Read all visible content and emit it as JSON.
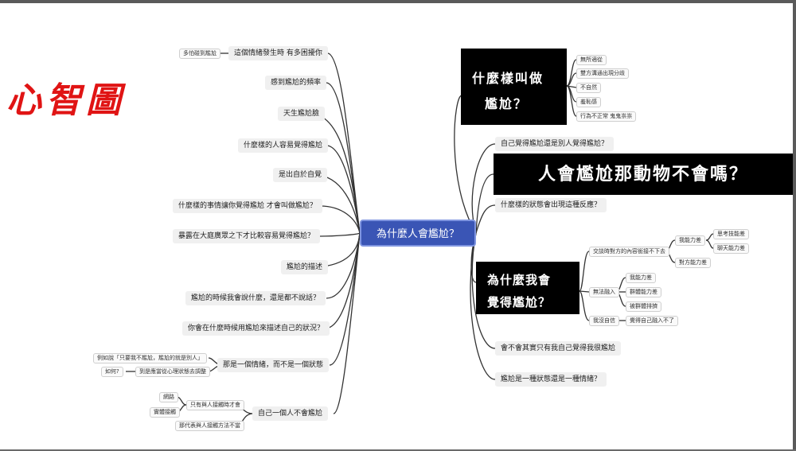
{
  "title": "心智圖",
  "center": "為什麼人會尷尬？",
  "left_nodes": [
    "這個情緒發生時 有多困擾你",
    "感到尷尬的頻率",
    "天生尷尬臉",
    "什麼樣的人容易覺得尷尬",
    "是出自於自覺",
    "什麼樣的事情讓你覺得尷尬 才會叫做尷尬？",
    "暴露在大庭廣眾之下才比較容易覺得尷尬？",
    "尷尬的描述",
    "尷尬的時候我會說什麼，還是都不說話？",
    "你會在什麼時候用尷尬來描述自己的狀況？",
    "那是一個情緒，而不是一個狀態",
    "自己一個人不會尷尬"
  ],
  "left_leaves": {
    "n1": "多怕碰到尷尬",
    "n11a": "例如說「只要我不尷尬，尷尬的就是別人」",
    "n11b": "如何?",
    "n11c": "到是應當從心理狀態去調整",
    "n12a": "網路",
    "n12b": "實體接觸",
    "n12c": "只有與人接觸時才會",
    "n12d": "那代表與人接觸方法不當"
  },
  "right_black_1": {
    "line1": "什麼樣叫做",
    "line2": "尷尬？"
  },
  "right_black_1_leaves": [
    "無所適從",
    "雙方溝通出現分歧",
    "不自然",
    "羞恥感",
    "行為不正常 鬼鬼祟祟"
  ],
  "right_nodes_1": [
    "自己覺得尷尬還是別人覺得尷尬？",
    "什麼樣的狀態會出現這種反應？"
  ],
  "right_black_2": "人會尷尬那動物不會嗎？",
  "right_black_3": {
    "line1": "為什麼我會",
    "line2": "覺得尷尬？"
  },
  "right_black_3_leaves": {
    "a": "交談時對方的內容銜接不下去",
    "a1": "我能力差",
    "a1a": "思考技能差",
    "a1b": "聊天能力差",
    "a2": "對方能力差",
    "b": "無法融入",
    "b1": "我能力差",
    "b2": "群體能力差",
    "b3": "被群體排擠",
    "c": "我沒自信",
    "c1": "覺得自己融入不了"
  },
  "right_nodes_2": [
    "會不會其實只有我自己覺得我很尷尬",
    "尷尬是一種狀態還是一種情緒？"
  ],
  "colors": {
    "title": "#e01414",
    "center": "#3a55b5",
    "black": "#000000",
    "line": "#333333"
  }
}
